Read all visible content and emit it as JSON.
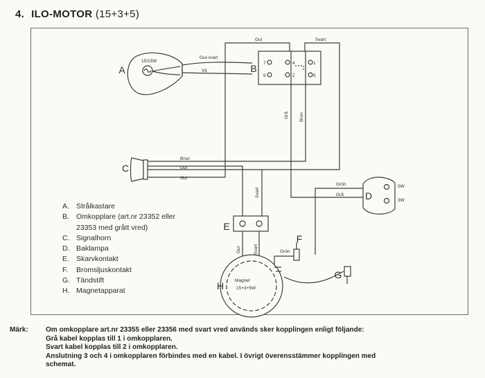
{
  "header": {
    "number": "4.",
    "title": "ILO-MOTOR",
    "subtitle": "(15+3+5)"
  },
  "components": {
    "A": {
      "letter": "A",
      "rating": "15/15W"
    },
    "B": {
      "letter": "B",
      "terminals": [
        "7",
        "4",
        "1",
        "6",
        "2",
        "5"
      ]
    },
    "C": {
      "letter": "C"
    },
    "D": {
      "letter": "D",
      "labels": [
        "5W",
        "3W"
      ]
    },
    "E": {
      "letter": "E"
    },
    "F": {
      "letter": "F"
    },
    "G": {
      "letter": "G"
    },
    "H": {
      "letter": "H",
      "line1": "Magnet",
      "line2": "15+3+5W"
    }
  },
  "wires": {
    "gul_svart": "Gul-svart",
    "vit": "Vit",
    "gul": "Gul",
    "svart": "Svart",
    "gra": "Grå",
    "brun": "Brun",
    "gron": "Grön"
  },
  "legend": [
    {
      "key": "A.",
      "text": "Strålkastare"
    },
    {
      "key": "B.",
      "text": "Omkopplare (art.nr 23352 eller",
      "cont": "23353 med grått vred)"
    },
    {
      "key": "C.",
      "text": "Signalhorn"
    },
    {
      "key": "D.",
      "text": "Baklampa"
    },
    {
      "key": "E.",
      "text": "Skarvkontakt"
    },
    {
      "key": "F.",
      "text": "Bromsljuskontakt"
    },
    {
      "key": "G.",
      "text": "Tändstift"
    },
    {
      "key": "H.",
      "text": "Magnetapparat"
    }
  ],
  "note": {
    "label": "Märk:",
    "lines": [
      "Om omkopplare art.nr 23355 eller 23356 med svart vred används sker kopplingen enligt följande:",
      "Grå kabel kopplas till 1 i omkopplaren.",
      "Svart kabel kopplas till 2 i omkopplaren.",
      "Anslutning 3 och 4 i omkopplaren förbindes med en kabel. I övrigt överensstämmer kopplingen med",
      "schemat."
    ]
  }
}
